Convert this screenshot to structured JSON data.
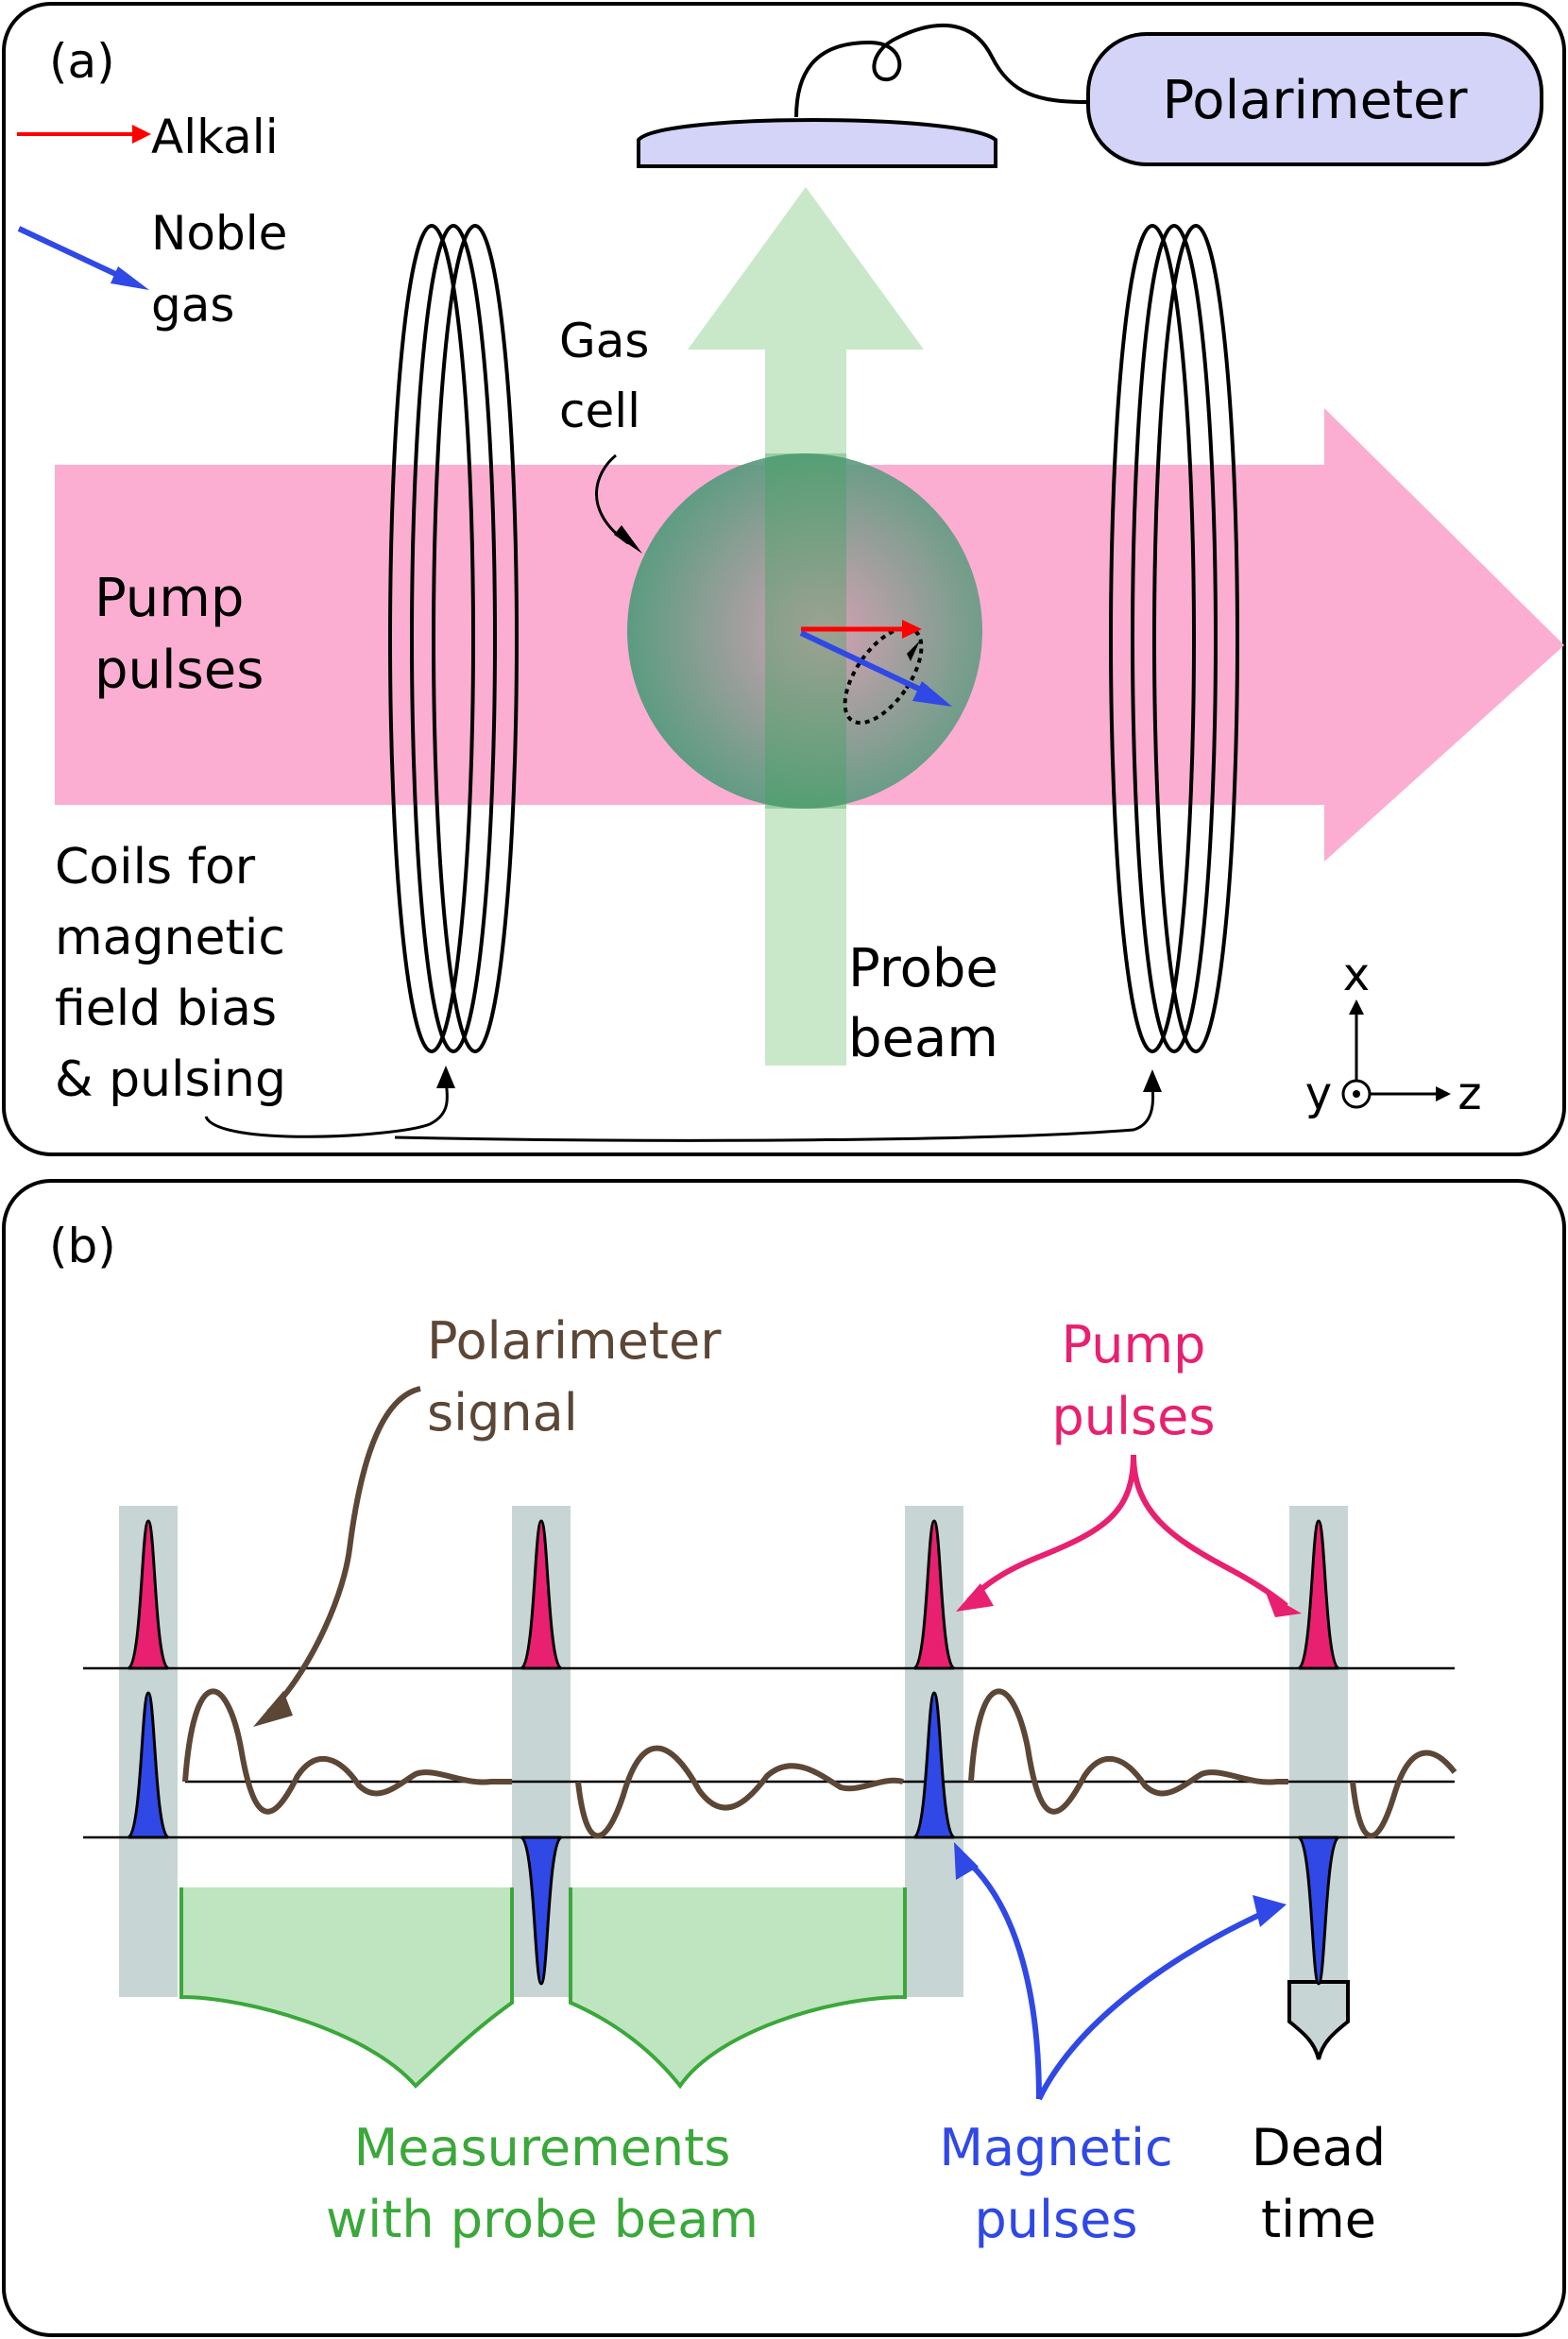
{
  "panel_a": {
    "label": "(a)",
    "legend": {
      "alkali": {
        "label": "Alkali",
        "color": "#ff0000"
      },
      "noble_gas": {
        "label_line1": "Noble",
        "label_line2": "gas",
        "color": "#2f48e6"
      }
    },
    "polarimeter_label": "Polarimeter",
    "gas_cell_label_line1": "Gas",
    "gas_cell_label_line2": "cell",
    "pump_label_line1": "Pump",
    "pump_label_line2": "pulses",
    "probe_label_line1": "Probe",
    "probe_label_line2": "beam",
    "coils_label_lines": [
      "Coils for",
      "magnetic",
      "field bias",
      "& pulsing"
    ],
    "axes": {
      "x": "x",
      "y": "y",
      "z": "z"
    },
    "colors": {
      "pump_beam": "#fbaed2",
      "probe_beam": "#bfe4c0",
      "polarimeter_fill": "#d3d4f7"
    }
  },
  "panel_b": {
    "label": "(b)",
    "polarimeter_signal_line1": "Polarimeter",
    "polarimeter_signal_line2": "signal",
    "pump_pulses_line1": "Pump",
    "pump_pulses_line2": "pulses",
    "measurements_line1": "Measurements",
    "measurements_line2": "with probe beam",
    "magnetic_pulses_line1": "Magnetic",
    "magnetic_pulses_line2": "pulses",
    "dead_time_line1": "Dead",
    "dead_time_line2": "time",
    "colors": {
      "pump": "#e8206f",
      "magnetic": "#2f48e6",
      "signal": "#5c4636",
      "measurement": "#3aa83a",
      "measurement_fill": "#bfe4c0",
      "dead_time": "#c8d5d5"
    }
  }
}
